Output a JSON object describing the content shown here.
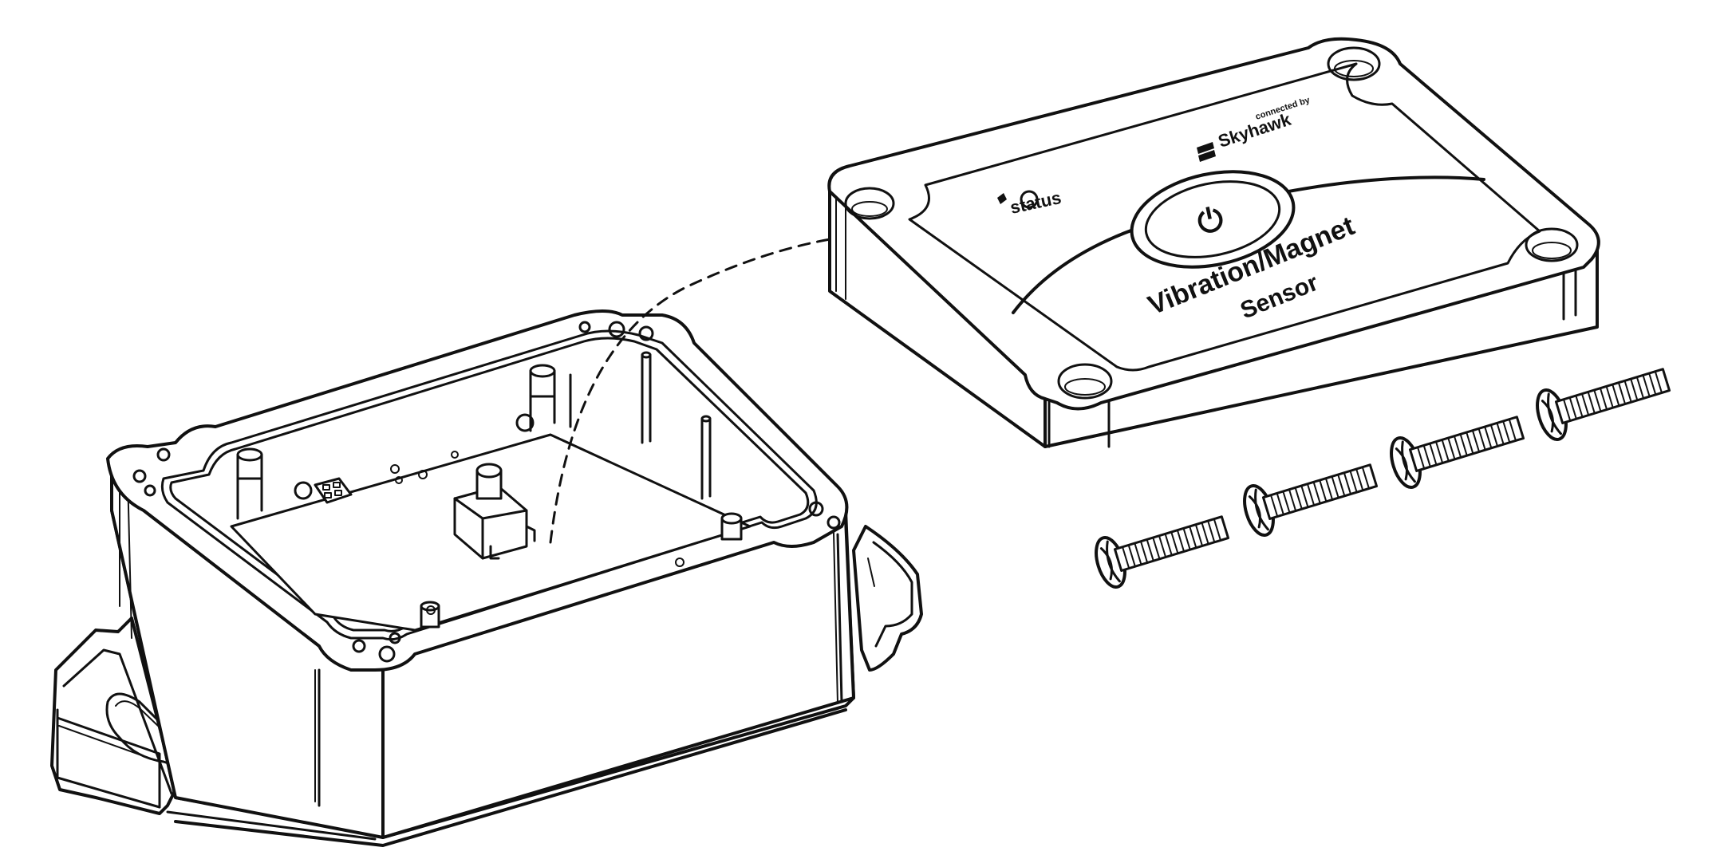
{
  "lid": {
    "led_label": "status",
    "product_line1": "Vibration/Magnet",
    "product_line2": "Sensor",
    "brand_tagline": "connected by",
    "brand_name": "Skyhawk",
    "power_symbol": "⏻"
  },
  "screws": {
    "count": 4
  },
  "colors": {
    "ink": "#111111",
    "background": "#ffffff"
  }
}
